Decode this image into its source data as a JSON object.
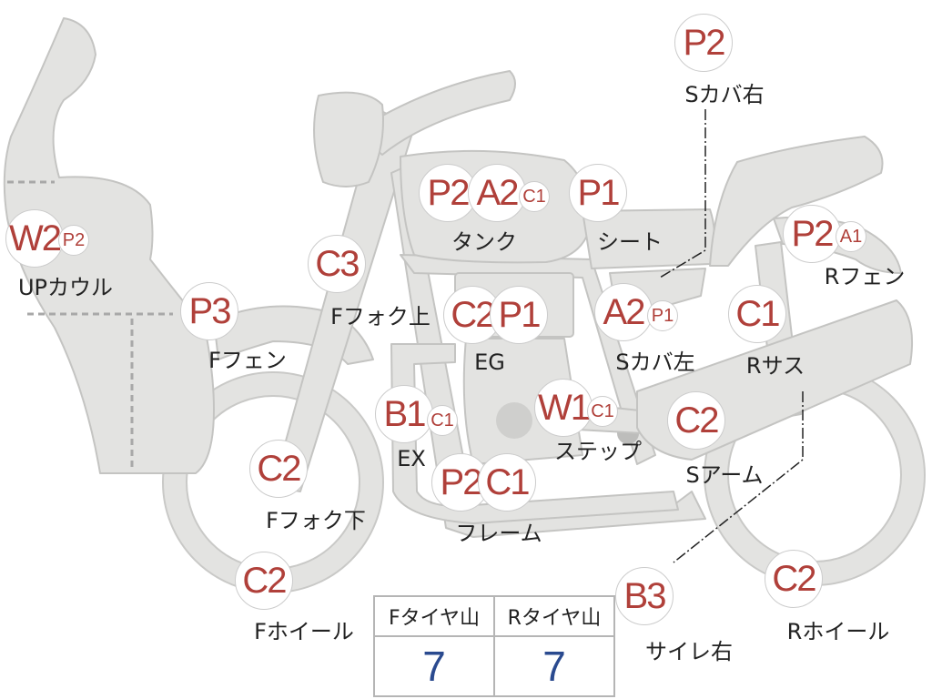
{
  "parts": [
    {
      "id": "upcowl",
      "label": "UPカウル",
      "grades": [
        {
          "g": "W2",
          "big": true
        },
        {
          "g": "P2",
          "big": false
        }
      ]
    },
    {
      "id": "ffender",
      "label": "Fフェン",
      "grades": [
        {
          "g": "P3",
          "big": true
        }
      ]
    },
    {
      "id": "ffork-upper",
      "label": "Fフォク上",
      "grades": [
        {
          "g": "C3",
          "big": true
        }
      ]
    },
    {
      "id": "tank",
      "label": "タンク",
      "grades": [
        {
          "g": "P2",
          "big": true
        },
        {
          "g": "A2",
          "big": true
        },
        {
          "g": "C1",
          "big": false
        }
      ]
    },
    {
      "id": "seat",
      "label": "シート",
      "grades": [
        {
          "g": "P1",
          "big": true
        }
      ]
    },
    {
      "id": "scover-right",
      "label": "Sカバ右",
      "grades": [
        {
          "g": "P2",
          "big": true
        }
      ]
    },
    {
      "id": "rfender",
      "label": "Rフェン",
      "grades": [
        {
          "g": "P2",
          "big": true
        },
        {
          "g": "A1",
          "big": false
        }
      ]
    },
    {
      "id": "eg",
      "label": "EG",
      "grades": [
        {
          "g": "C2",
          "big": true
        },
        {
          "g": "P1",
          "big": true
        }
      ]
    },
    {
      "id": "scover-left",
      "label": "Sカバ左",
      "grades": [
        {
          "g": "A2",
          "big": true
        },
        {
          "g": "P1",
          "big": false
        }
      ]
    },
    {
      "id": "rsus",
      "label": "Rサス",
      "grades": [
        {
          "g": "C1",
          "big": true
        }
      ]
    },
    {
      "id": "ex",
      "label": "EX",
      "grades": [
        {
          "g": "B1",
          "big": true
        },
        {
          "g": "C1",
          "big": false
        }
      ]
    },
    {
      "id": "step",
      "label": "ステップ",
      "grades": [
        {
          "g": "W1",
          "big": true
        },
        {
          "g": "C1",
          "big": false
        }
      ]
    },
    {
      "id": "sarm",
      "label": "Sアーム",
      "grades": [
        {
          "g": "C2",
          "big": true
        }
      ]
    },
    {
      "id": "ffork-lower",
      "label": "Fフォク下",
      "grades": [
        {
          "g": "C2",
          "big": true
        }
      ]
    },
    {
      "id": "frame",
      "label": "フレーム",
      "grades": [
        {
          "g": "P2",
          "big": true
        },
        {
          "g": "C1",
          "big": true
        }
      ]
    },
    {
      "id": "fwheel",
      "label": "Fホイール",
      "grades": [
        {
          "g": "C2",
          "big": true
        }
      ]
    },
    {
      "id": "silencer-right",
      "label": "サイレ右",
      "grades": [
        {
          "g": "B3",
          "big": true
        }
      ]
    },
    {
      "id": "rwheel",
      "label": "Rホイール",
      "grades": [
        {
          "g": "C2",
          "big": true
        }
      ]
    }
  ],
  "tread_table": {
    "headers": [
      "Fタイヤ山",
      "Rタイヤ山"
    ],
    "values": [
      "7",
      "7"
    ]
  },
  "colors": {
    "part_fill": "#e3e3e1",
    "grade_text": "#b0403a",
    "table_value": "#2a4a8f"
  }
}
